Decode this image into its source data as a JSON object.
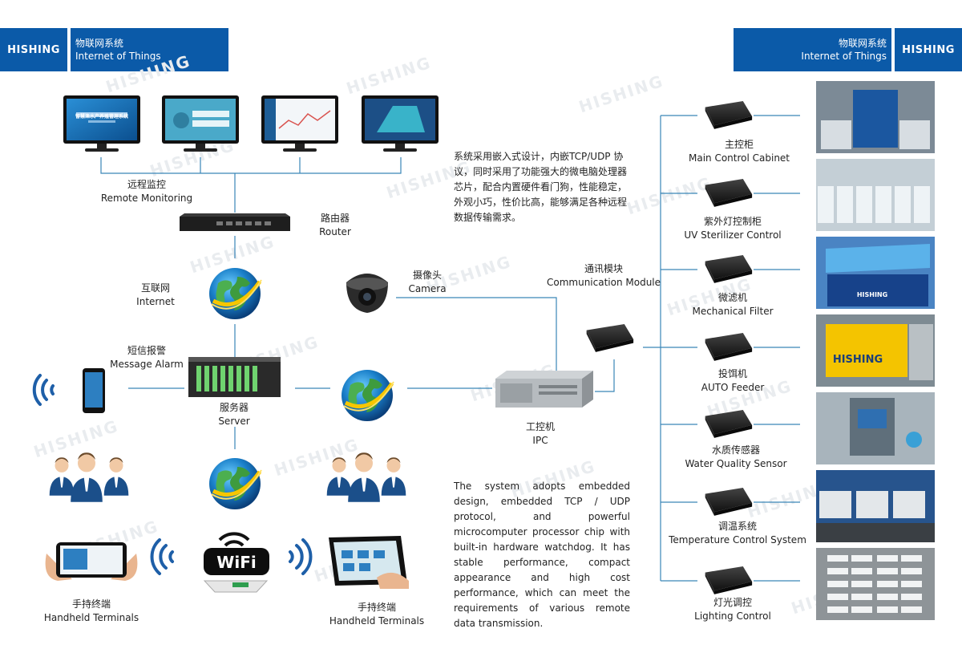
{
  "header_left": {
    "brand": "HISHING",
    "title_cn": "物联网系统",
    "title_en": "Internet of Things"
  },
  "header_right": {
    "brand": "HISHING",
    "title_cn": "物联网系统",
    "title_en": "Internet of Things"
  },
  "watermark": "HISHING",
  "nodes": {
    "remote_monitoring": {
      "cn": "远程监控",
      "en": "Remote Monitoring"
    },
    "router": {
      "cn": "路由器",
      "en": "Router"
    },
    "internet": {
      "cn": "互联网",
      "en": "Internet"
    },
    "camera": {
      "cn": "摄像头",
      "en": "Camera"
    },
    "message_alarm": {
      "cn": "短信报警",
      "en": "Message Alarm"
    },
    "server": {
      "cn": "服务器",
      "en": "Server"
    },
    "ipc": {
      "cn": "工控机",
      "en": "IPC"
    },
    "communication_module": {
      "cn": "通讯模块",
      "en": "Communication Module"
    },
    "handheld_left": {
      "cn": "手持终端",
      "en": "Handheld Terminals"
    },
    "handheld_right": {
      "cn": "手持终端",
      "en": "Handheld Terminals"
    }
  },
  "right_items": [
    {
      "cn": "主控柜",
      "en": "Main Control Cabinet"
    },
    {
      "cn": "紫外灯控制柜",
      "en": "UV Sterilizer Control"
    },
    {
      "cn": "微滤机",
      "en": "Mechanical Filter"
    },
    {
      "cn": "投饵机",
      "en": "AUTO Feeder"
    },
    {
      "cn": "水质传感器",
      "en": "Water Quality Sensor"
    },
    {
      "cn": "调温系统",
      "en": "Temperature Control System"
    },
    {
      "cn": "灯光调控",
      "en": "Lighting Control"
    }
  ],
  "description_cn": "系统采用嵌入式设计，内嵌TCP/UDP 协议，同时采用了功能强大的微电脑处理器芯片，配合内置硬件看门狗，性能稳定，外观小巧，性价比高，能够满足各种远程数据传输需求。",
  "description_en": "The system adopts embedded design, embedded TCP / UDP protocol, and powerful microcomputer processor chip with built-in hardware watchdog. It has stable performance, compact appearance and high cost performance, which can meet the requirements of various remote data transmission.",
  "wifi_text": "WiFi",
  "feeder_brand": "HISHING",
  "filter_brand": "HISHING",
  "monitor_screen_title": "智慧渔水产养殖管理系统",
  "colors": {
    "brand_blue": "#0b5aa8",
    "line": "#3a86b8"
  }
}
